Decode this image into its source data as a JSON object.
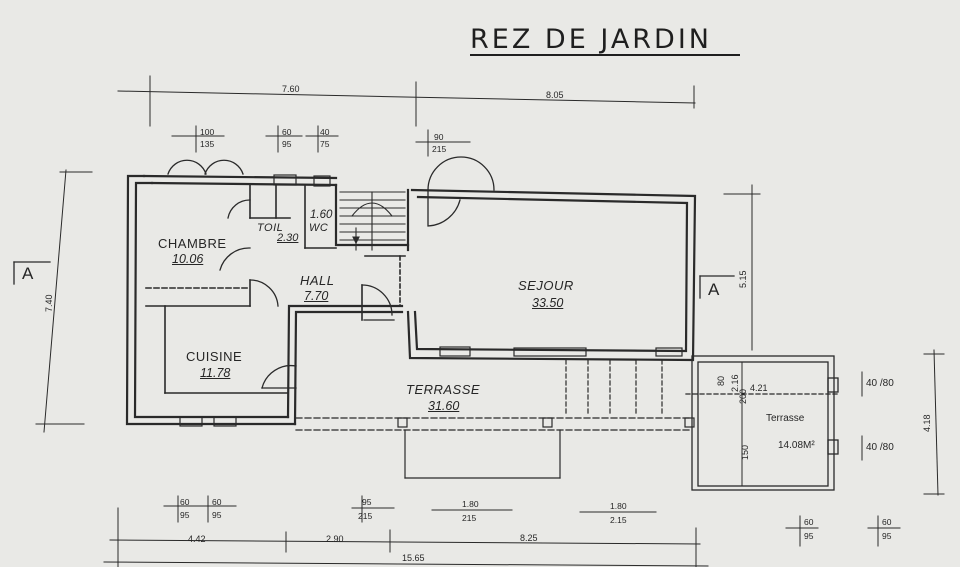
{
  "title": "REZ DE JARDIN",
  "rooms": {
    "chambre": {
      "name": "CHAMBRE",
      "area": "10.06"
    },
    "toil": {
      "name": "TOIL",
      "area": "2.30"
    },
    "wc": {
      "name": "WC",
      "area": "1.60"
    },
    "hall": {
      "name": "HALL",
      "area": "7.70"
    },
    "sejour": {
      "name": "SEJOUR",
      "area": "33.50"
    },
    "cuisine": {
      "name": "CUISINE",
      "area": "11.78"
    },
    "terrasse": {
      "name": "TERRASSE",
      "area": "31.60"
    },
    "terrasse_small": {
      "name": "Terrasse",
      "area": "14.08M²"
    }
  },
  "section_marker": "A",
  "dimensions": {
    "top_left": "7.60",
    "top_right": "8.05",
    "left_height": "7.40",
    "right_height": "5.15",
    "far_right_height": "4.18",
    "terrace_inner_a": "4.21",
    "terrace_inner_b": "2.16",
    "terrace_v1": "80",
    "terrace_v2": "200",
    "terrace_v3": "150",
    "bottom_total": "15.65",
    "bottom_a": "4.42",
    "bottom_b": "2.90",
    "bottom_c": "8.25"
  },
  "openings_top": [
    {
      "w": "100",
      "h": "135"
    },
    {
      "w": "60",
      "h": "95"
    },
    {
      "w": "40",
      "h": "75"
    },
    {
      "w": "90",
      "h": "215"
    }
  ],
  "openings_bottom": [
    {
      "w": "60",
      "h": "95"
    },
    {
      "w": "60",
      "h": "95"
    },
    {
      "w": "95",
      "h": "215"
    },
    {
      "w": "1.80",
      "h": "215"
    },
    {
      "w": "1.80",
      "h": "2.15"
    },
    {
      "w": "60",
      "h": "95"
    },
    {
      "w": "60",
      "h": "95"
    }
  ],
  "railings": [
    {
      "text": "40 /80"
    },
    {
      "text": "40 /80"
    }
  ],
  "colors": {
    "paper": "#e9e9e6",
    "ink": "#262626"
  }
}
